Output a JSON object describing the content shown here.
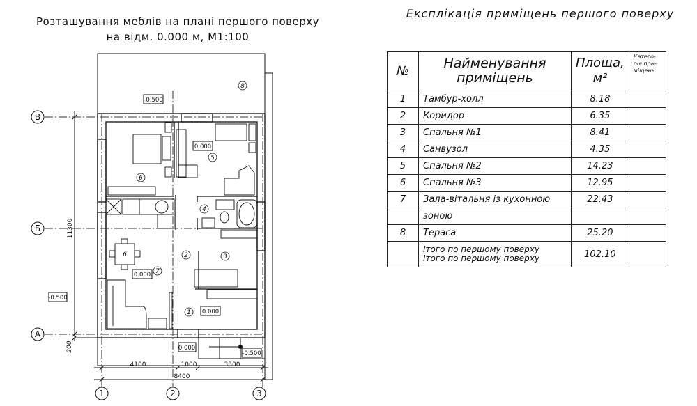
{
  "plan": {
    "title_line1": "Розташування меблів на плані першого поверху",
    "title_line2": "на відм. 0.000 м, М1:100",
    "axes_rows": [
      "В",
      "Б",
      "А"
    ],
    "axes_cols": [
      "1",
      "2",
      "3"
    ],
    "dimensions": {
      "total_height": "11300",
      "offset": "200",
      "span_1": "4100",
      "span_2": "1000",
      "span_3": "3300",
      "total_width": "8400"
    },
    "elevations": {
      "terrace": "-0.500",
      "bedroom2": "0.000",
      "living": "0.000",
      "hall": "0.000",
      "entrance": "0.000",
      "steps": "-0.500",
      "left_ground": "-0.500"
    },
    "room_marks": [
      "1",
      "2",
      "3",
      "4",
      "5",
      "6",
      "7",
      "8"
    ],
    "table_seats": "6"
  },
  "explication": {
    "title": "Експлікація приміщень першого поверху",
    "headers": {
      "num": "№",
      "name_line1": "Найменування",
      "name_line2": "приміщень",
      "area_line1": "Площа,",
      "area_line2": "м²",
      "category_line1": "Катего-",
      "category_line2": "рія при-",
      "category_line3": "міщень"
    },
    "rows": [
      {
        "num": "1",
        "name": "Тамбур-холл",
        "area": "8.18"
      },
      {
        "num": "2",
        "name": "Коридор",
        "area": "6.35"
      },
      {
        "num": "3",
        "name": "Спальня №1",
        "area": "8.41"
      },
      {
        "num": "4",
        "name": "Санвузол",
        "area": "4.35"
      },
      {
        "num": "5",
        "name": "Спальня №2",
        "area": "14.23"
      },
      {
        "num": "6",
        "name": "Спальня №3",
        "area": "12.95"
      },
      {
        "num": "7",
        "name": "Зала-вітальня із кухонною",
        "area": "22.43"
      },
      {
        "num": "",
        "name": "зоною",
        "area": ""
      },
      {
        "num": "8",
        "name": "Тераса",
        "area": "25.20"
      }
    ],
    "total": {
      "line1": "Ітого по першому поверху",
      "line2": "Ітого по першому поверху",
      "area": "102.10"
    }
  }
}
